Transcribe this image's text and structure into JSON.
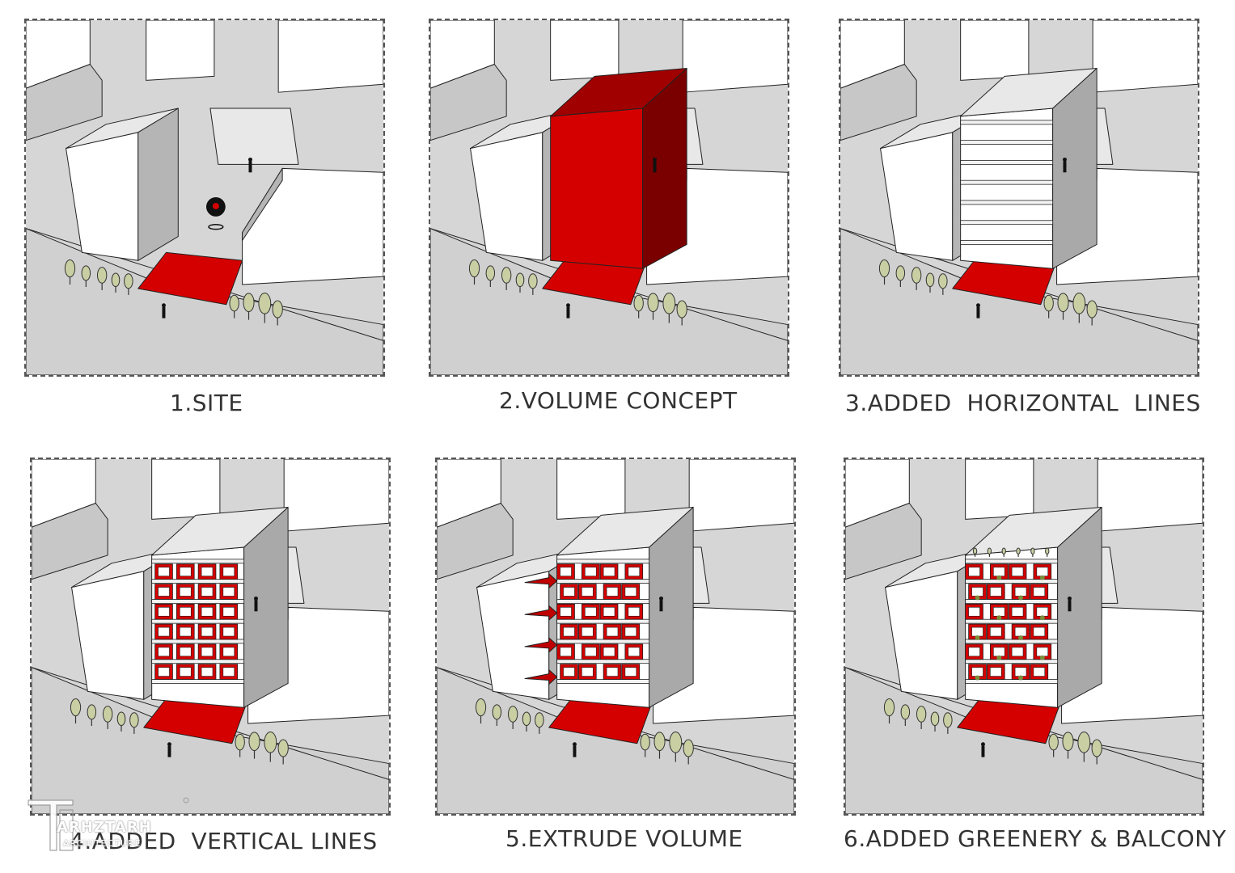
{
  "steps": [
    {
      "caption": "1.SITE",
      "stage": 1
    },
    {
      "caption": "2.VOLUME CONCEPT",
      "stage": 2
    },
    {
      "caption": "3.ADDED  HORIZONTAL  LINES",
      "stage": 3
    },
    {
      "caption": "4.ADDED  VERTICAL LINES",
      "stage": 4
    },
    {
      "caption": "5.EXTRUDE VOLUME",
      "stage": 5
    },
    {
      "caption": "6.ADDED GREENERY & BALCONY",
      "stage": 6
    }
  ],
  "watermark": {
    "name": "ARHZTARH",
    "sub": "ARCHITECTURE"
  },
  "colors": {
    "accent": "#d40000",
    "accent_dark": "#a00000",
    "accent_side": "#7a0000",
    "ground": "#d6d6d6",
    "building": "#ffffff",
    "building_side": "#a9a9a9",
    "roof": "#e8e8e8",
    "outline": "#222222",
    "tree": "#c9cfa3"
  }
}
